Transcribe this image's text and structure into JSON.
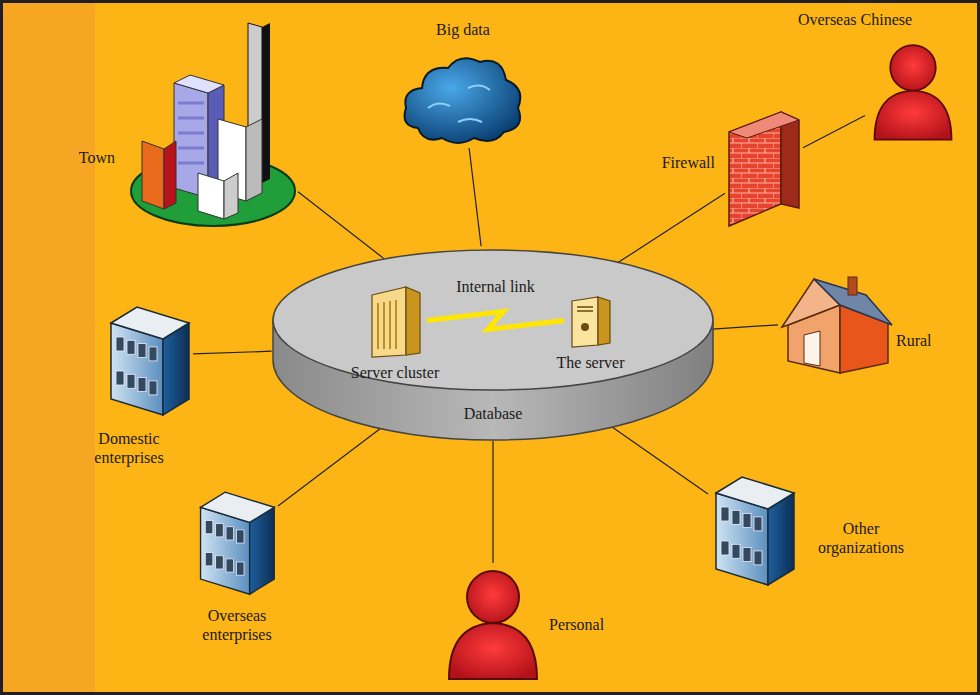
{
  "diagram": {
    "nodes": [
      {
        "text": [
          "Town"
        ]
      },
      {
        "text": [
          "Big data"
        ]
      },
      {
        "text": [
          "Overseas Chinese"
        ]
      },
      {
        "text": [
          "Firewall"
        ]
      },
      {
        "text": [
          "Database"
        ]
      },
      {
        "text": [
          "Server cluster"
        ],
        "in": 4
      },
      {
        "text": [
          "The server"
        ],
        "in": 4
      },
      {
        "text": [
          "Rural"
        ]
      },
      {
        "text": [
          "Domestic enterprises"
        ]
      },
      {
        "text": [
          "Other organizations"
        ]
      },
      {
        "text": [
          "Overseas enterprises"
        ]
      },
      {
        "text": [
          "Personal"
        ]
      }
    ],
    "edges": [
      {
        "from": 5,
        "to": 6,
        "label": "Internal link",
        "arrow": "none"
      },
      {
        "from": 4,
        "to": 0,
        "arrow": "none"
      },
      {
        "from": 4,
        "to": 1,
        "arrow": "none"
      },
      {
        "from": 4,
        "to": 3,
        "arrow": "none"
      },
      {
        "from": 3,
        "to": 2,
        "arrow": "none"
      },
      {
        "from": 4,
        "to": 7,
        "arrow": "none"
      },
      {
        "from": 4,
        "to": 8,
        "arrow": "none"
      },
      {
        "from": 4,
        "to": 10,
        "arrow": "none"
      },
      {
        "from": 4,
        "to": 11,
        "arrow": "none"
      },
      {
        "from": 4,
        "to": 9,
        "arrow": "none"
      }
    ]
  }
}
